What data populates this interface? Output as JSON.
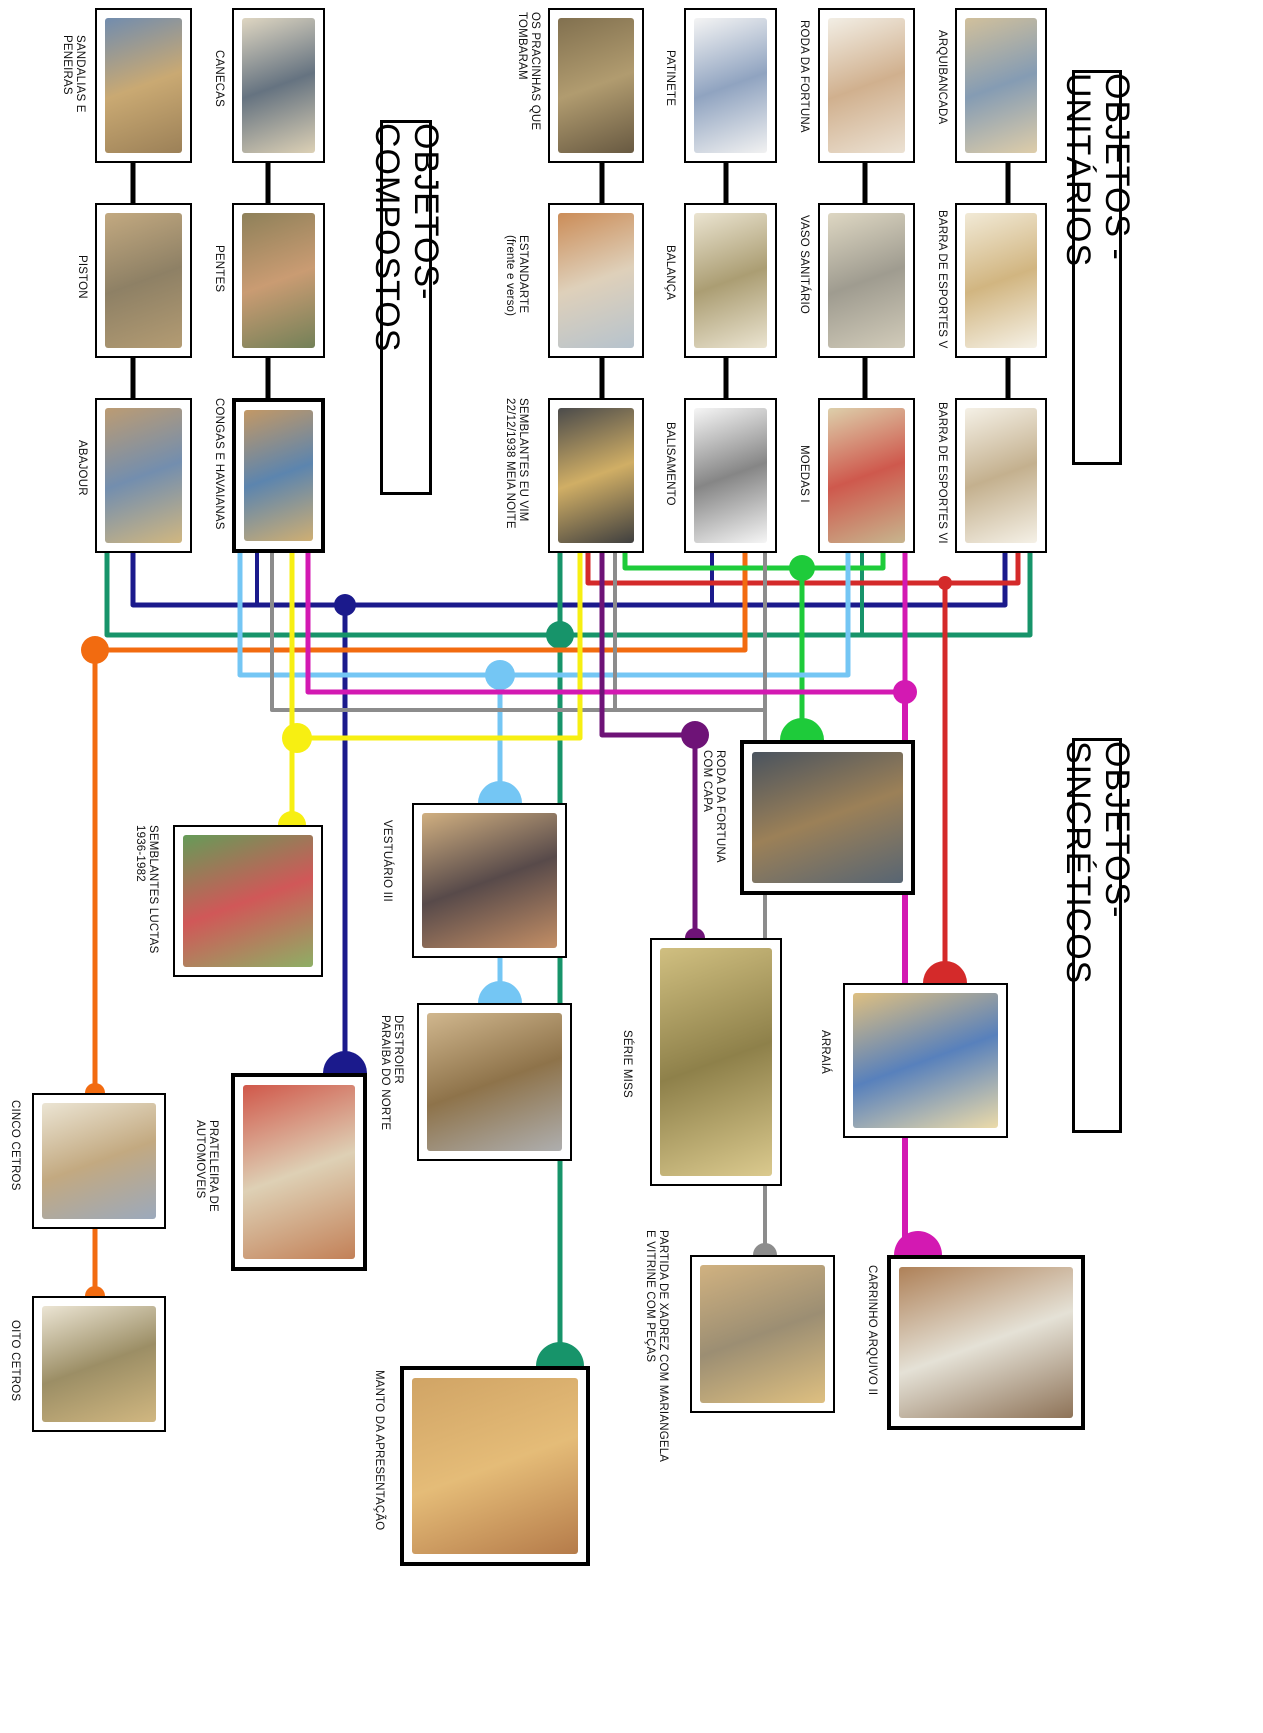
{
  "titles": {
    "unitarios": "OBJETOS - UNITÁRIOS",
    "sincreticos": "OBJETOS-SINCRÉTICOS",
    "compostos": "OBJETOS-COMPOSTOS"
  },
  "objects": {
    "arquibancada": "ARQUIBANCADA",
    "barra_esportes_v": "BARRA DE ESPORTES V",
    "barra_esportes_vi": "BARRA DE ESPORTES VI",
    "roda_fortuna": "RODA DA FORTUNA",
    "vaso_sanitario": "VASO SANITÁRIO",
    "moedas_i": "MOEDAS I",
    "patinete": "PATINETE",
    "balanca": "BALANÇA",
    "balisamento": "BALISAMENTO",
    "pracinhas": "OS PRACINHAS QUE\nTOMBARAM",
    "estandarte": "ESTANDARTE\n(frente e verso)",
    "semblantes_eu_vim": "SEMBLANTES EU VIM\n22/12/1938 MEIA NOITE",
    "canecas": "CANECAS",
    "pentes": "PENTES",
    "congas": "CONGAS E HAVAIANAS",
    "sandalias": "SANDALIAS E\nPENEIRAS",
    "piston": "PISTON",
    "abajour": "ABAJOUR",
    "roda_com_capa": "RODA DA FORTUNA\nCOM CAPA",
    "vestuario_iii": "VESTUÁRIO III",
    "semblantes_luctas": "SEMBLANTES LUCTAS\n1936-1982",
    "destroier": "DESTROIER\nPARAIBA DO NORTE",
    "prateleira": "PRATELEIRA DE\nAUTOMOVEIS",
    "cinco_cetros": "CINCO CETROS",
    "oito_cetros": "OITO CETROS",
    "serie_miss": "SÉRIE MISS",
    "arraia": "ARRAIÁ",
    "xadrez": "PARTIDA DE XADREZ COM MARIANGELA\nE VITRINE COM PEÇAS",
    "carrinho": "CARRINHO ARQUIVO II",
    "manto": "MANTO DA APRESENTAÇÃO"
  },
  "line_colors": {
    "navy": "#1b1a8c",
    "red": "#d42a2a",
    "green_teal": "#17946a",
    "lime_green": "#1ecb3a",
    "orange": "#f26b10",
    "light_blue": "#74c6f4",
    "gray": "#8c8c8c",
    "yellow": "#f7ef12",
    "magenta": "#d319b2",
    "purple": "#6e1377",
    "black": "#000000"
  }
}
